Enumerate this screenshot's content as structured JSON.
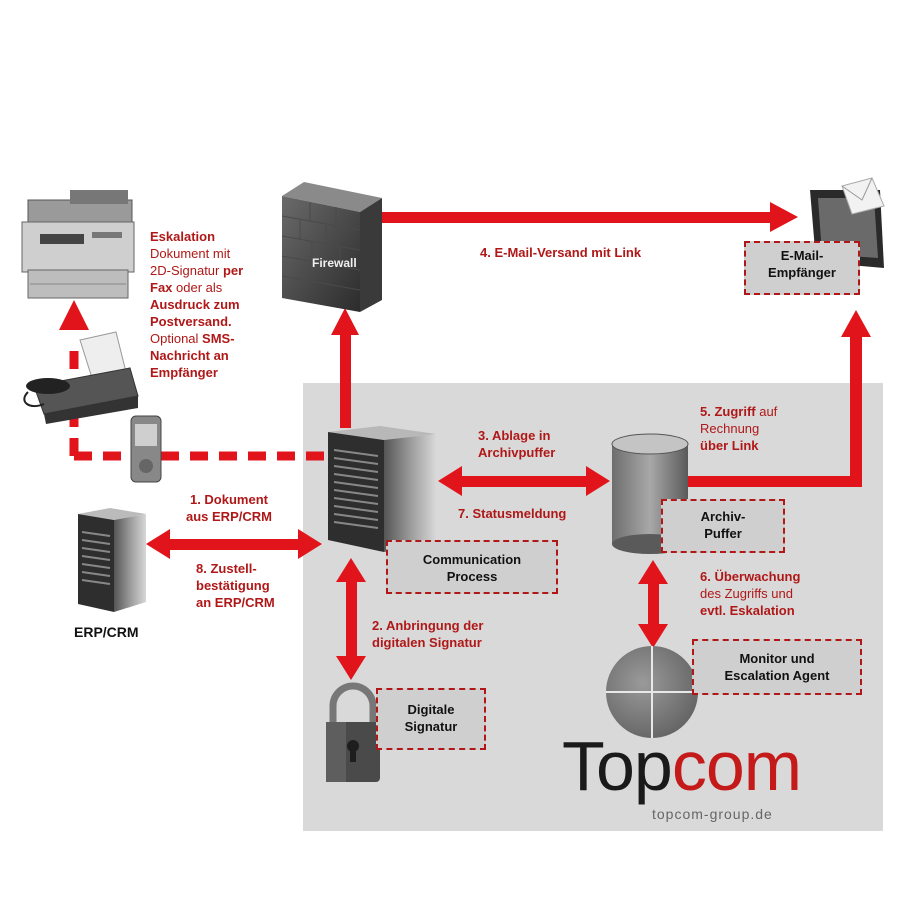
{
  "nodes": {
    "firewall": "Firewall",
    "email_receiver": [
      "E-Mail-",
      "Empfänger"
    ],
    "communication": [
      "Communication",
      "Process"
    ],
    "archive": [
      "Archiv-",
      "Puffer"
    ],
    "monitor": [
      "Monitor und",
      "Escalation Agent"
    ],
    "signature": [
      "Digitale",
      "Signatur"
    ],
    "erp": "ERP/CRM"
  },
  "steps": {
    "s1": [
      "1. Dokument",
      "aus ERP/CRM"
    ],
    "s2": [
      "2.  Anbringung der",
      "digitalen Signatur"
    ],
    "s3": [
      "3. Ablage in",
      "Archivpuffer"
    ],
    "s4": "4. E-Mail-Versand mit Link",
    "s5": {
      "bold1": "5. Zugriff",
      "normal1": " auf",
      "normal2": "Rechnung",
      "bold2": "über Link"
    },
    "s6": {
      "bold1": "6. Überwachung",
      "normal1": "des Zugriffs und",
      "bold2": "evtl. Eskalation"
    },
    "s7": "7. Statusmeldung",
    "s8": [
      "8. Zustell-",
      "bestätigung",
      "an ERP/CRM"
    ]
  },
  "escalation": {
    "l1": "Eskalation",
    "l2": "Dokument mit",
    "l3a": "2D-Signatur ",
    "l3b": "per",
    "l4a": "Fax",
    "l4b": " oder als",
    "l5": "Ausdruck zum",
    "l6": "Postversand.",
    "l7a": "Optional ",
    "l7b": "SMS-",
    "l8": "Nachricht an",
    "l9": "Empfänger"
  },
  "brand": {
    "name_a": "Top",
    "name_b": "com",
    "url": "topcom-group.de"
  },
  "colors": {
    "arrow": "#e0141a",
    "text_red": "#b01818",
    "panel": "#d9d9d9",
    "box": "#cfcfcf"
  }
}
